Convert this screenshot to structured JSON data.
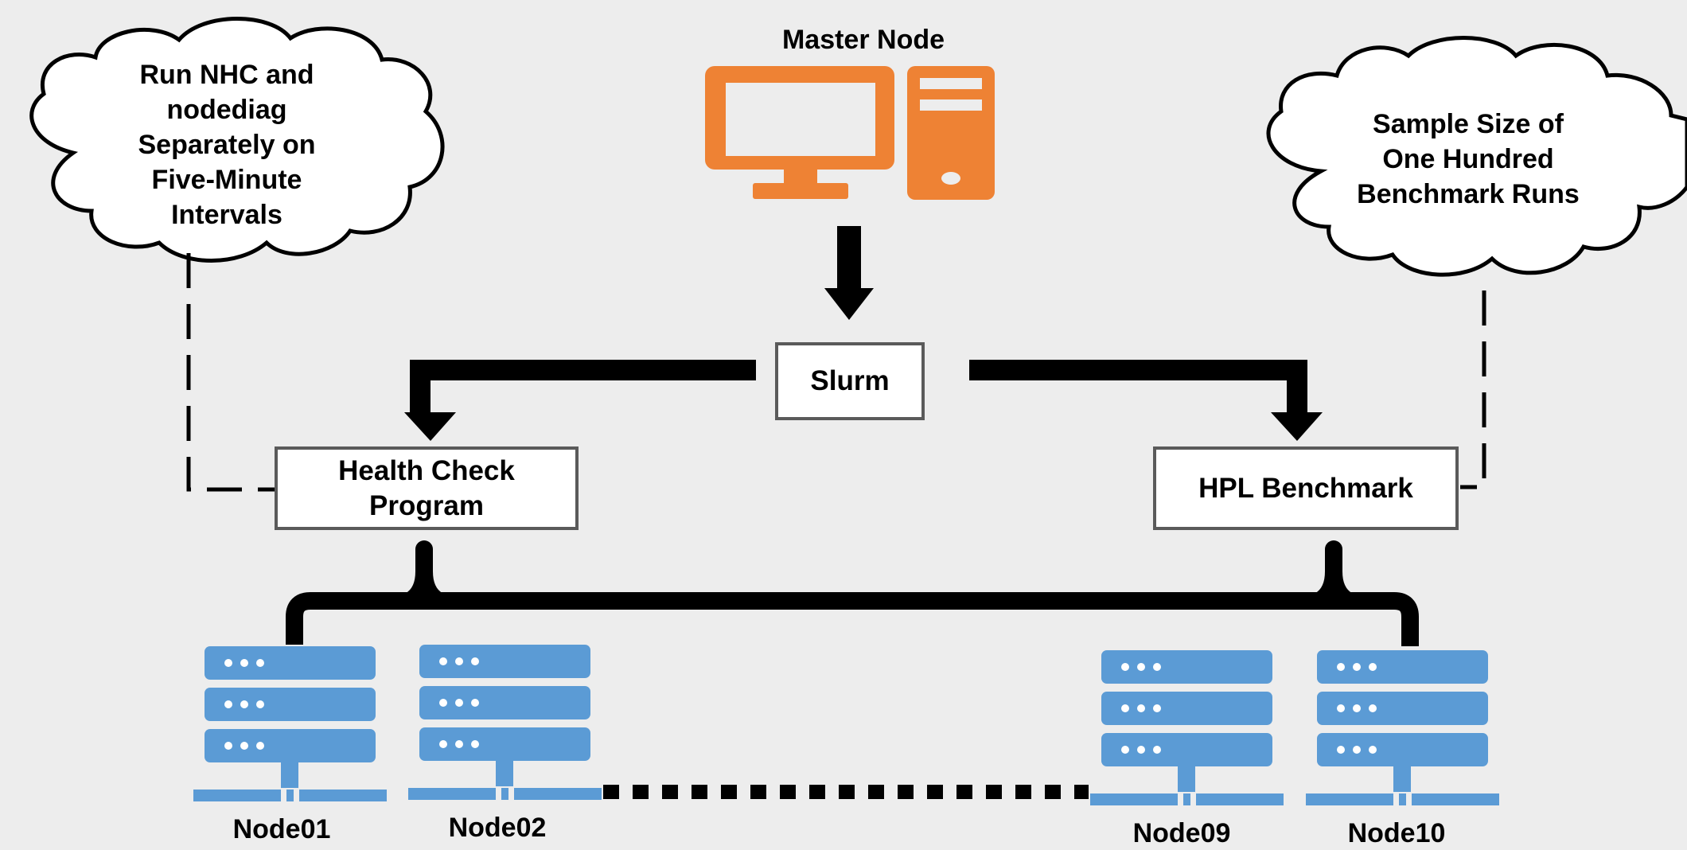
{
  "master": {
    "label": "Master Node"
  },
  "scheduler": {
    "label": "Slurm"
  },
  "health_check": {
    "label_line1": "Health Check",
    "label_line2": "Program"
  },
  "benchmark": {
    "label": "HPL Benchmark"
  },
  "cloud_left": {
    "lines": [
      "Run NHC and",
      "nodediag",
      "Separately on",
      "Five-Minute",
      "Intervals"
    ]
  },
  "cloud_right": {
    "lines": [
      "Sample Size of",
      "One Hundred",
      "Benchmark Runs"
    ]
  },
  "nodes": [
    "Node01",
    "Node02",
    "Node09",
    "Node10"
  ],
  "colors": {
    "master_icon": "#ee8234",
    "server_icon": "#5b9bd5",
    "background": "#ededed",
    "box_border": "#5a5a5a"
  }
}
